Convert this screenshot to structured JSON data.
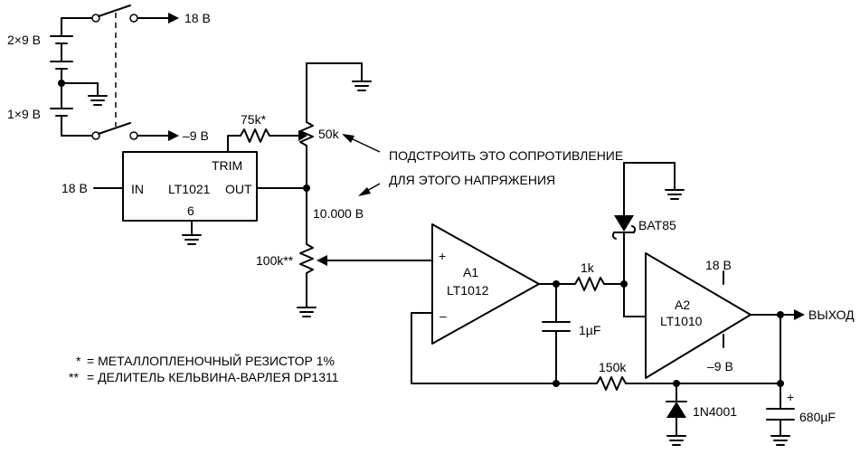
{
  "labels": {
    "out_18v": "18 В",
    "out_neg9v": "–9 В",
    "bat_2x9": "2×9 В",
    "bat_1x9": "1×9 В",
    "in_18v": "18 В",
    "r75k": "75k*",
    "r50k": "50k",
    "trim": "TRIM",
    "in": "IN",
    "ref_name": "LT1021",
    "out": "OUT",
    "pin6": "6",
    "v10000": "10.000 В",
    "r100k": "100k**",
    "note_adjust_1": "ПОДСТРОИТЬ ЭТО СОПРОТИВЛЕНИЕ",
    "note_adjust_2": "ДЛЯ ЭТОГО НАПРЯЖЕНИЯ",
    "bat85": "BAT85",
    "a1": "A1",
    "a1_part": "LT1012",
    "plus": "+",
    "minus": "–",
    "r1k": "1k",
    "c1uf": "1µF",
    "a2": "A2",
    "a2_part": "LT1010",
    "a2_vpos": "18 В",
    "a2_vneg": "–9 В",
    "output": "ВЫХОД",
    "r150k": "150k",
    "d1n4001": "1N4001",
    "cap_plus": "+",
    "c680uf": "680µF",
    "footnote_1_mark": "*",
    "footnote_1_text": "=  МЕТАЛЛОПЛЕНОЧНЫЙ РЕЗИСТОР 1%",
    "footnote_2_mark": "**",
    "footnote_2_text": "=  ДЕЛИТЕЛЬ КЕЛЬВИНА-ВАРЛЕЯ DP1311"
  }
}
